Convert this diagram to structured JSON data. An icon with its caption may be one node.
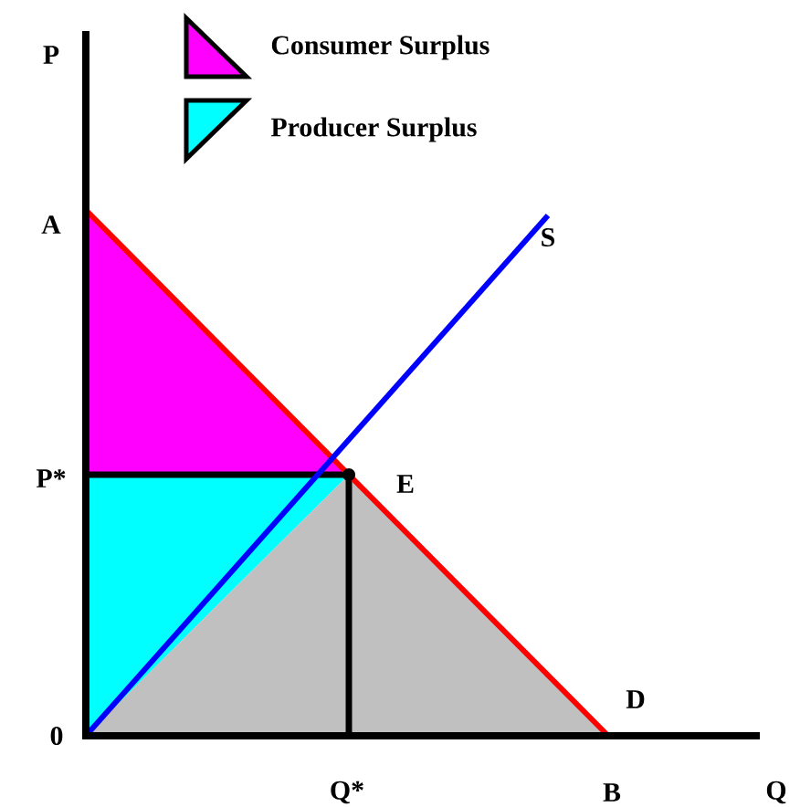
{
  "diagram": {
    "labels": [
      "P",
      "A",
      "S",
      "P*",
      "E",
      "D",
      "0",
      "Q*",
      "B",
      "Q"
    ],
    "legend": [
      {
        "text": "Consumer Surplus",
        "color": "#ff00ff"
      },
      {
        "text": "Producer Surplus",
        "color": "#00ffff"
      }
    ]
  }
}
